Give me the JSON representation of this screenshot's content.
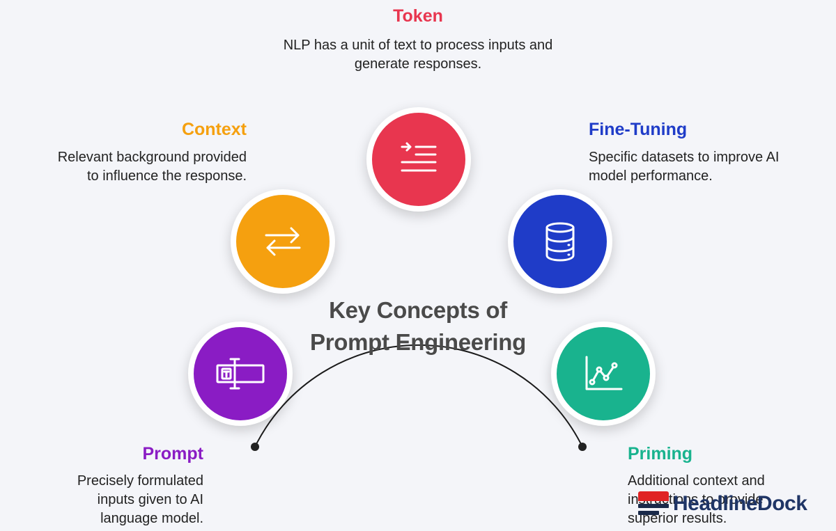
{
  "title": {
    "line1": "Key Concepts of",
    "line2": "Prompt Engineering"
  },
  "concepts": [
    {
      "heading": "Token",
      "color": "#e8364f",
      "description": [
        "NLP has a unit of text to process inputs and",
        "generate responses."
      ],
      "icon": "indent-lines-icon"
    },
    {
      "heading": "Context",
      "color": "#f5a00f",
      "description": [
        "Relevant background provided",
        "to influence the response."
      ],
      "icon": "swap-arrows-icon"
    },
    {
      "heading": "Fine-Tuning",
      "color": "#1f3cc8",
      "description": [
        "Specific datasets to improve AI",
        "model performance."
      ],
      "icon": "database-icon"
    },
    {
      "heading": "Prompt",
      "color": "#8a1cc4",
      "description": [
        "Precisely formulated",
        "inputs given to AI",
        "language model."
      ],
      "icon": "text-field-icon"
    },
    {
      "heading": "Priming",
      "color": "#19b38e",
      "description": [
        "Additional context and",
        "instructions to provide",
        "superior results."
      ],
      "icon": "line-chart-icon"
    }
  ],
  "watermark": {
    "text": "HeadlineDock",
    "color": "#1f3566",
    "accent": "#e02424"
  }
}
